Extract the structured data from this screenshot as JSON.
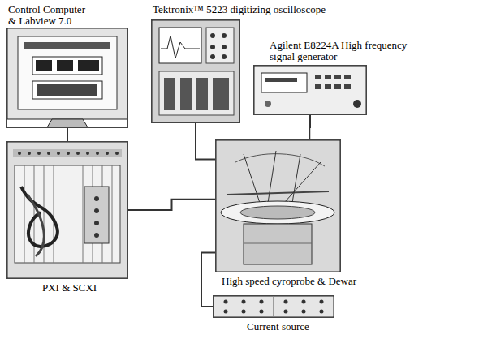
{
  "diagram": {
    "nodes": [
      {
        "text": [
          "Control Computer & Labview 7.0"
        ]
      },
      {
        "text": [
          "Tektronix™ 5223 digitizing oscilloscope"
        ]
      },
      {
        "text": [
          "Agilent E8224A High frequency signal generator"
        ]
      },
      {
        "text": [
          "PXI & SCXI"
        ]
      },
      {
        "text": [
          "High speed cyroprobe & Dewar"
        ]
      },
      {
        "text": [
          "Current source"
        ]
      }
    ],
    "edges": [
      {
        "from": 0,
        "to": 3,
        "arrow": "none"
      },
      {
        "from": 1,
        "to": 4,
        "arrow": "none"
      },
      {
        "from": 2,
        "to": 4,
        "arrow": "none"
      },
      {
        "from": 3,
        "to": 4,
        "arrow": "none"
      },
      {
        "from": 5,
        "to": 4,
        "arrow": "none"
      }
    ]
  }
}
